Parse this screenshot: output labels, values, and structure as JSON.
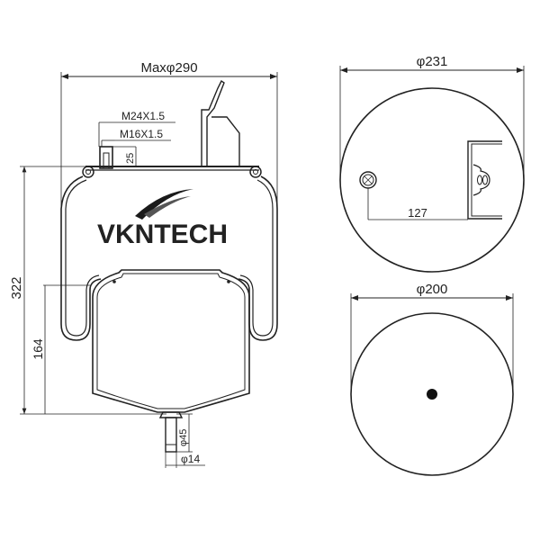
{
  "brand": {
    "logo_text": "VKNTECH"
  },
  "side_view": {
    "max_diameter_label": "Maxφ290",
    "thread_large_label": "M24X1.5",
    "thread_small_label": "M16X1.5",
    "fitting_height_label": "25",
    "total_height_label": "322",
    "piston_height_label": "164",
    "stud_length_label": "φ45",
    "stud_diameter_label": "φ14"
  },
  "top_view": {
    "diameter_label": "φ231",
    "offset_label": "127"
  },
  "bottom_view": {
    "diameter_label": "φ200"
  }
}
